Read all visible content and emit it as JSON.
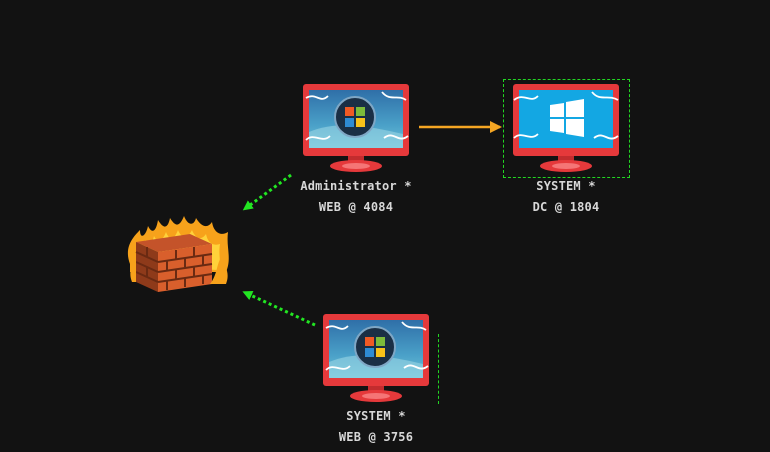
{
  "colors": {
    "background": "#121212",
    "monitor_frame": "#e5393b",
    "pivot_edge": "#22e622",
    "session_edge": "#f5a623",
    "selection": "#22d622",
    "label_text": "#d8d8d8"
  },
  "nodes": [
    {
      "id": "web-admin",
      "icon": "windows-vista-monitor-icon",
      "user": "Administrator *",
      "host": "WEB @ 4084"
    },
    {
      "id": "dc-system",
      "icon": "windows-10-monitor-icon",
      "user": "SYSTEM *",
      "host": "DC @ 1804",
      "selected": true
    },
    {
      "id": "web-system",
      "icon": "windows-vista-monitor-icon",
      "user": "SYSTEM *",
      "host": "WEB @ 3756"
    }
  ],
  "firewall": {
    "icon": "burning-firewall-icon"
  }
}
